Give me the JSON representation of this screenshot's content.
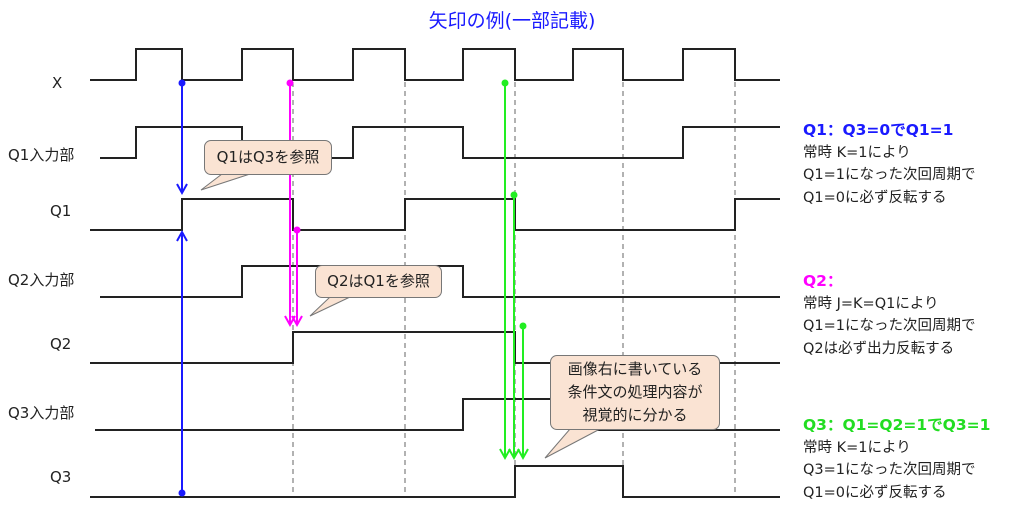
{
  "title": "矢印の例(一部記載)",
  "signals": [
    {
      "label": "X",
      "levels": [
        0,
        1,
        0,
        1,
        0,
        1,
        0,
        1,
        0,
        1,
        0,
        1,
        0
      ]
    },
    {
      "label": "Q1入力部",
      "levels": [
        0,
        1,
        1,
        0,
        0,
        1,
        1,
        0,
        0,
        0,
        0,
        1,
        1
      ]
    },
    {
      "label": "Q1",
      "levels": [
        0,
        0,
        1,
        1,
        0,
        0,
        1,
        1,
        0,
        0,
        0,
        0,
        1
      ]
    },
    {
      "label": "Q2入力部",
      "levels": [
        0,
        0,
        0,
        1,
        1,
        1,
        1,
        0,
        0,
        0,
        0,
        0,
        0
      ]
    },
    {
      "label": "Q2",
      "levels": [
        0,
        0,
        0,
        0,
        1,
        1,
        1,
        1,
        0,
        0,
        0,
        0,
        0
      ]
    },
    {
      "label": "Q3入力部",
      "levels": [
        0,
        0,
        0,
        0,
        0,
        0,
        0,
        1,
        1,
        0,
        0,
        0,
        0
      ]
    },
    {
      "label": "Q3",
      "levels": [
        0,
        0,
        0,
        0,
        0,
        0,
        0,
        0,
        1,
        1,
        0,
        0,
        0
      ]
    }
  ],
  "callouts": {
    "q1": "Q1はQ3を参照",
    "q2": "Q2はQ1を参照",
    "main": [
      "画像右に書いている",
      "条件文の処理内容が",
      "視覚的に分かる"
    ]
  },
  "notes": [
    {
      "heading": "Q1：Q3=0でQ1=1",
      "color": "#1a1aff",
      "lines": [
        "常時 K=1により",
        "Q1=1になった次回周期で",
        "Q1=0に必ず反転する"
      ]
    },
    {
      "heading": "Q2：",
      "color": "#ff00ff",
      "lines": [
        "常時 J=K=Q1により",
        "Q1=1になった次回周期で",
        "Q2は必ず出力反転する"
      ]
    },
    {
      "heading": "Q3：Q1=Q2=1でQ3=1",
      "color": "#22dd22",
      "lines": [
        "常時 K=1により",
        "Q3=1になった次回周期で",
        "Q1=0に必ず反転する"
      ]
    }
  ],
  "colors": {
    "blue": "#1a1aff",
    "magenta": "#ff00ff",
    "green": "#22ee22",
    "bubble": "#fae3d3"
  }
}
